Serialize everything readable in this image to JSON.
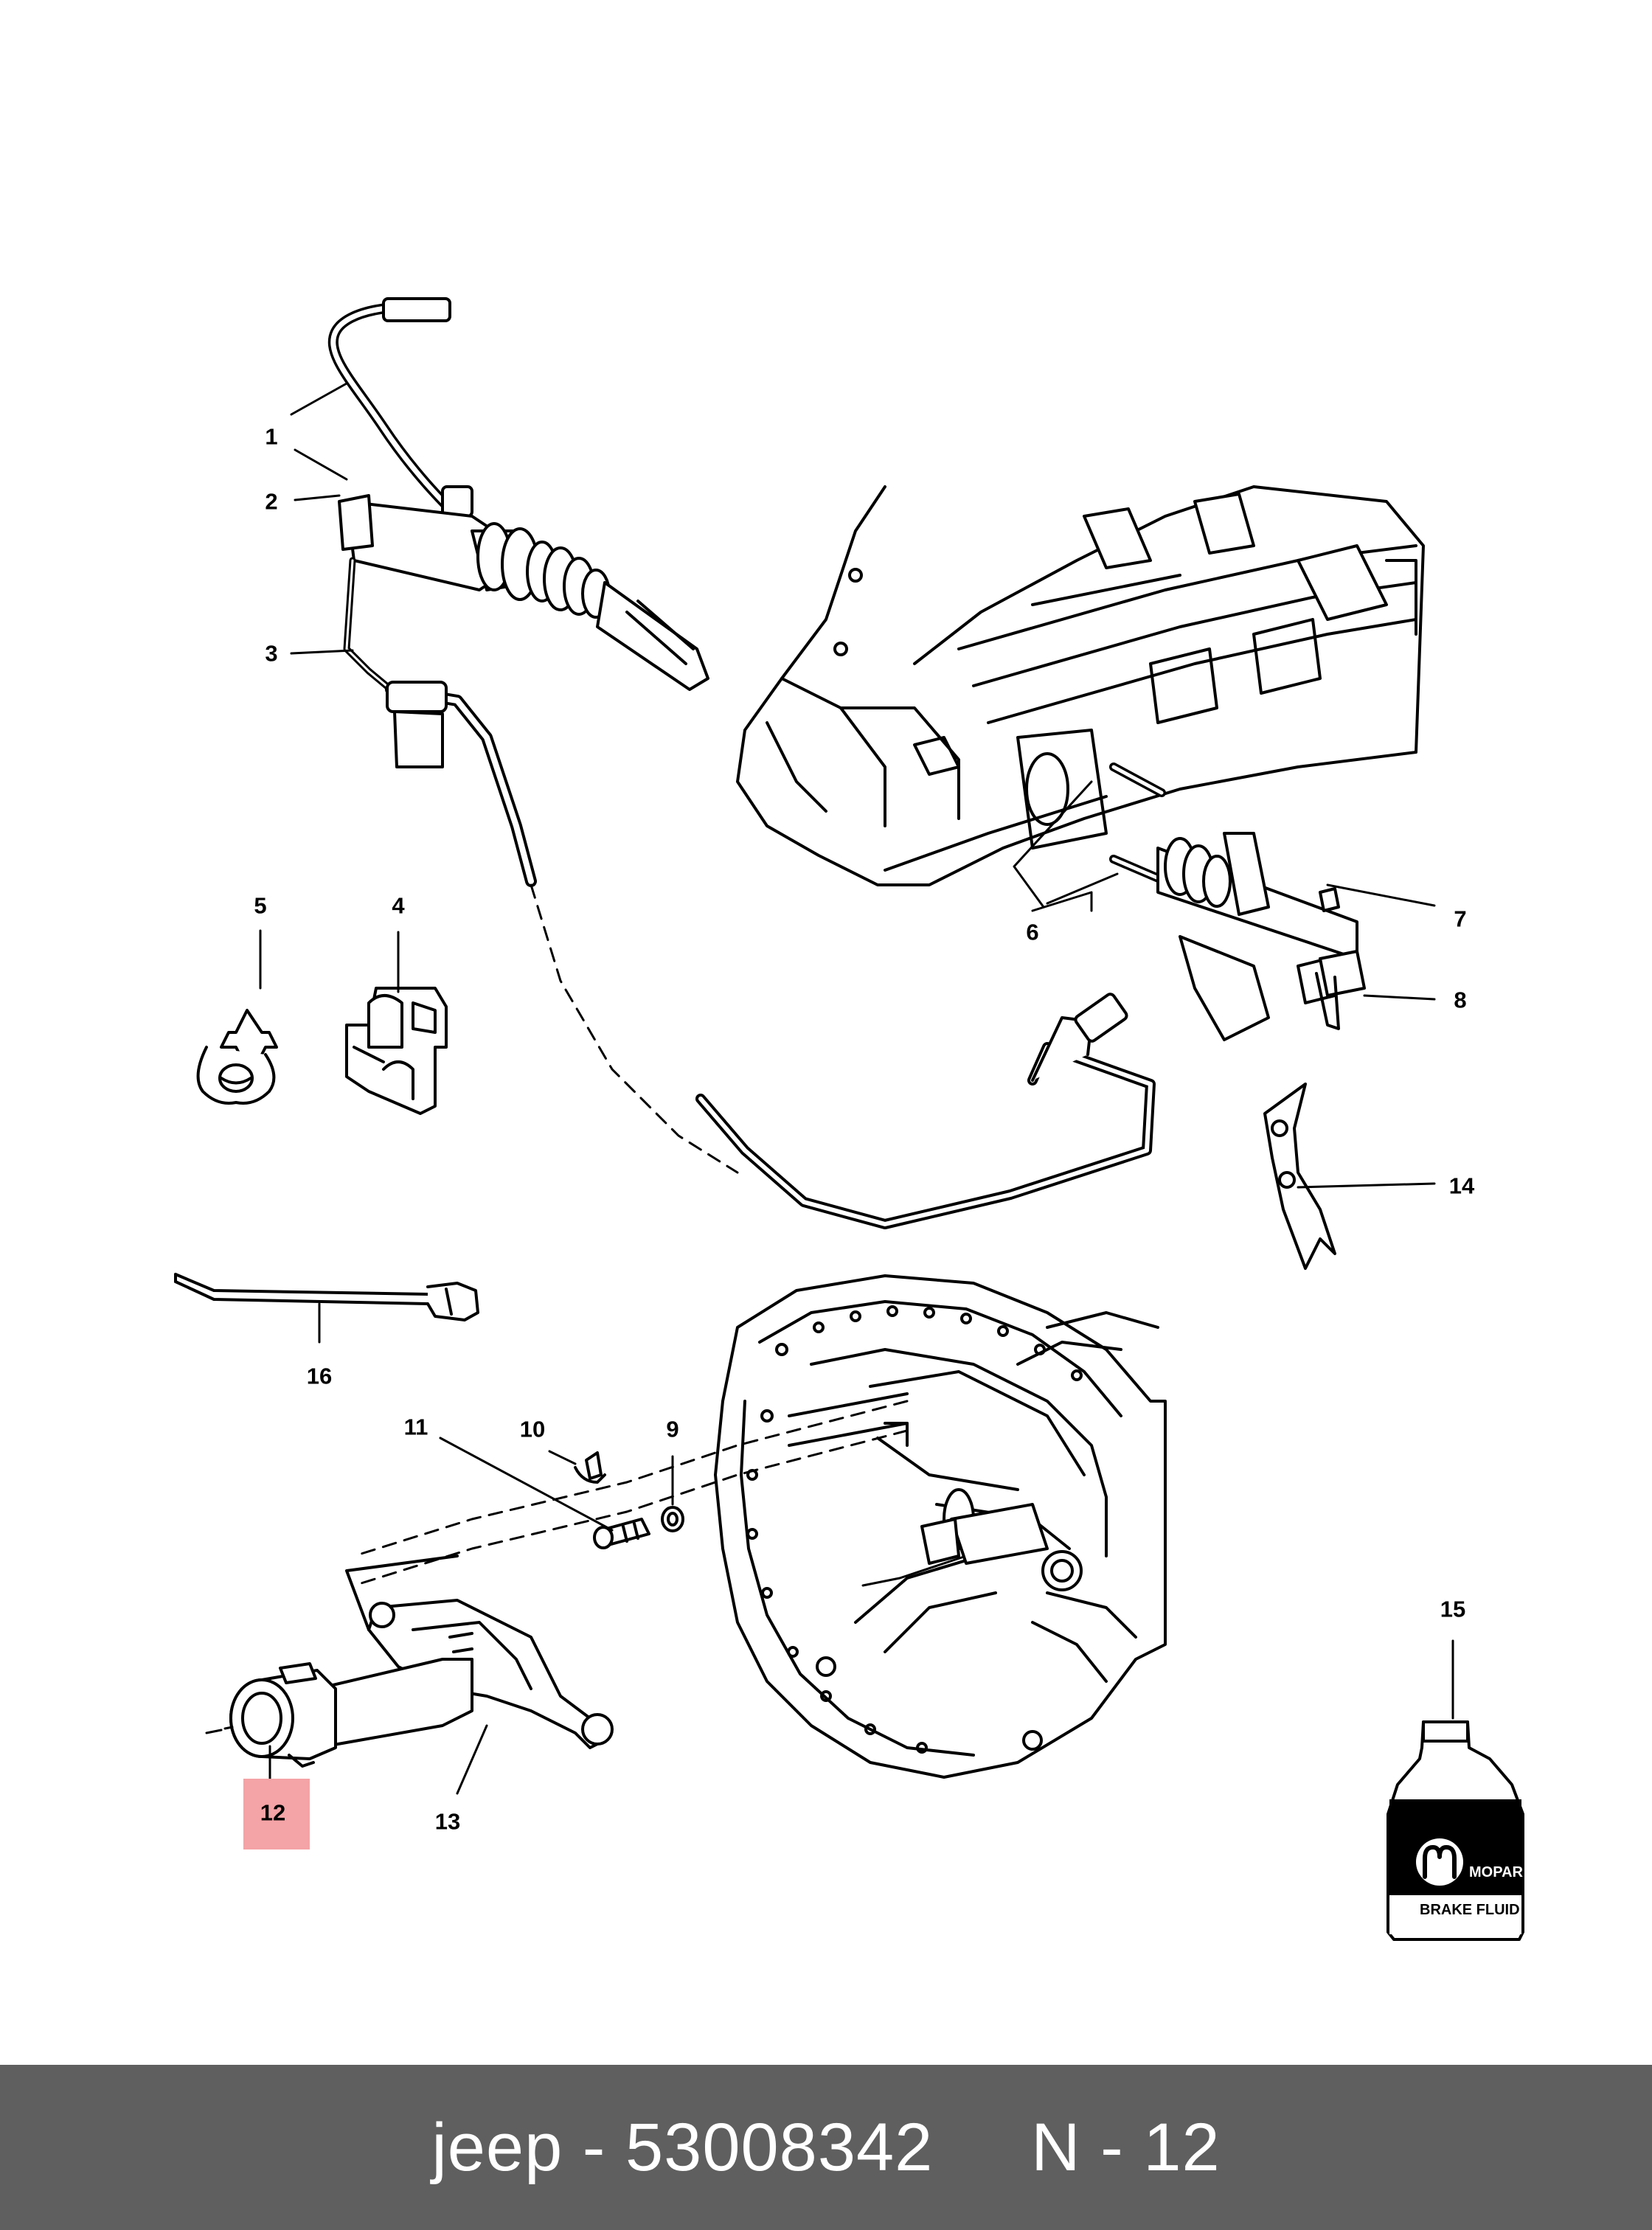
{
  "callouts": [
    {
      "id": "1",
      "label": "1"
    },
    {
      "id": "2",
      "label": "2"
    },
    {
      "id": "3",
      "label": "3"
    },
    {
      "id": "4",
      "label": "4"
    },
    {
      "id": "5",
      "label": "5"
    },
    {
      "id": "6",
      "label": "6"
    },
    {
      "id": "7",
      "label": "7"
    },
    {
      "id": "8",
      "label": "8"
    },
    {
      "id": "9",
      "label": "9"
    },
    {
      "id": "10",
      "label": "10"
    },
    {
      "id": "11",
      "label": "11"
    },
    {
      "id": "12",
      "label": "12"
    },
    {
      "id": "13",
      "label": "13"
    },
    {
      "id": "14",
      "label": "14"
    },
    {
      "id": "15",
      "label": "15"
    },
    {
      "id": "16",
      "label": "16"
    }
  ],
  "highlighted_part": "12",
  "highlight_color": "#f4a3a6",
  "bottle": {
    "brand": "MOPAR",
    "product": "BRAKE FLUID"
  },
  "footer": {
    "text": "jeep - 53008342     N - 12",
    "background": "#5f5f5f",
    "text_color": "#ffffff"
  }
}
